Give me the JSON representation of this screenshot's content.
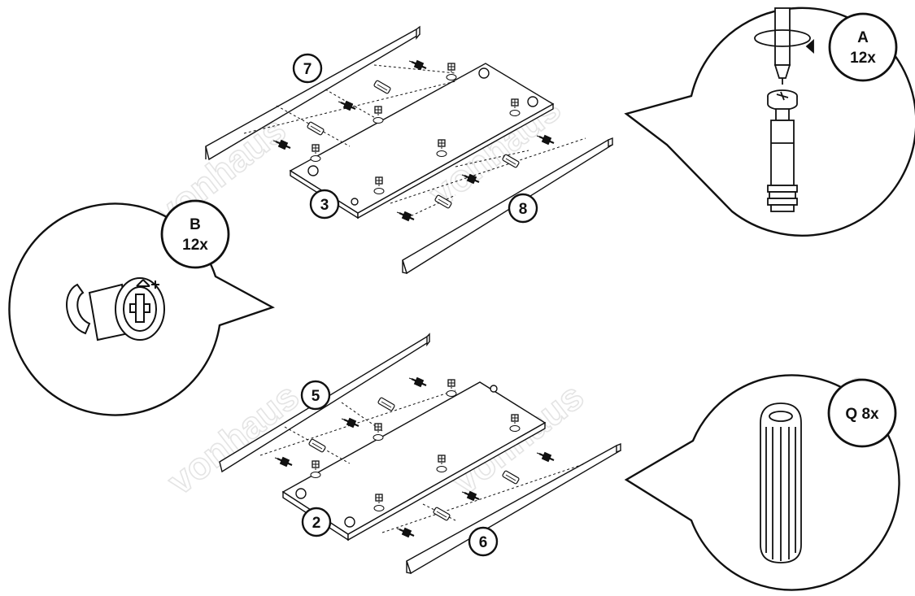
{
  "parts": {
    "upper_left_rail": "7",
    "upper_panel": "3",
    "upper_right_rail": "8",
    "lower_left_rail": "5",
    "lower_panel": "2",
    "lower_right_rail": "6"
  },
  "hardware": {
    "a": {
      "letter": "A",
      "qty": "12x"
    },
    "b": {
      "letter": "B",
      "qty": "12x"
    },
    "q": {
      "label": "Q 8x"
    }
  },
  "watermark": "vonhaus",
  "colors": {
    "line": "#111111",
    "watermark": "#e4e4e4"
  }
}
